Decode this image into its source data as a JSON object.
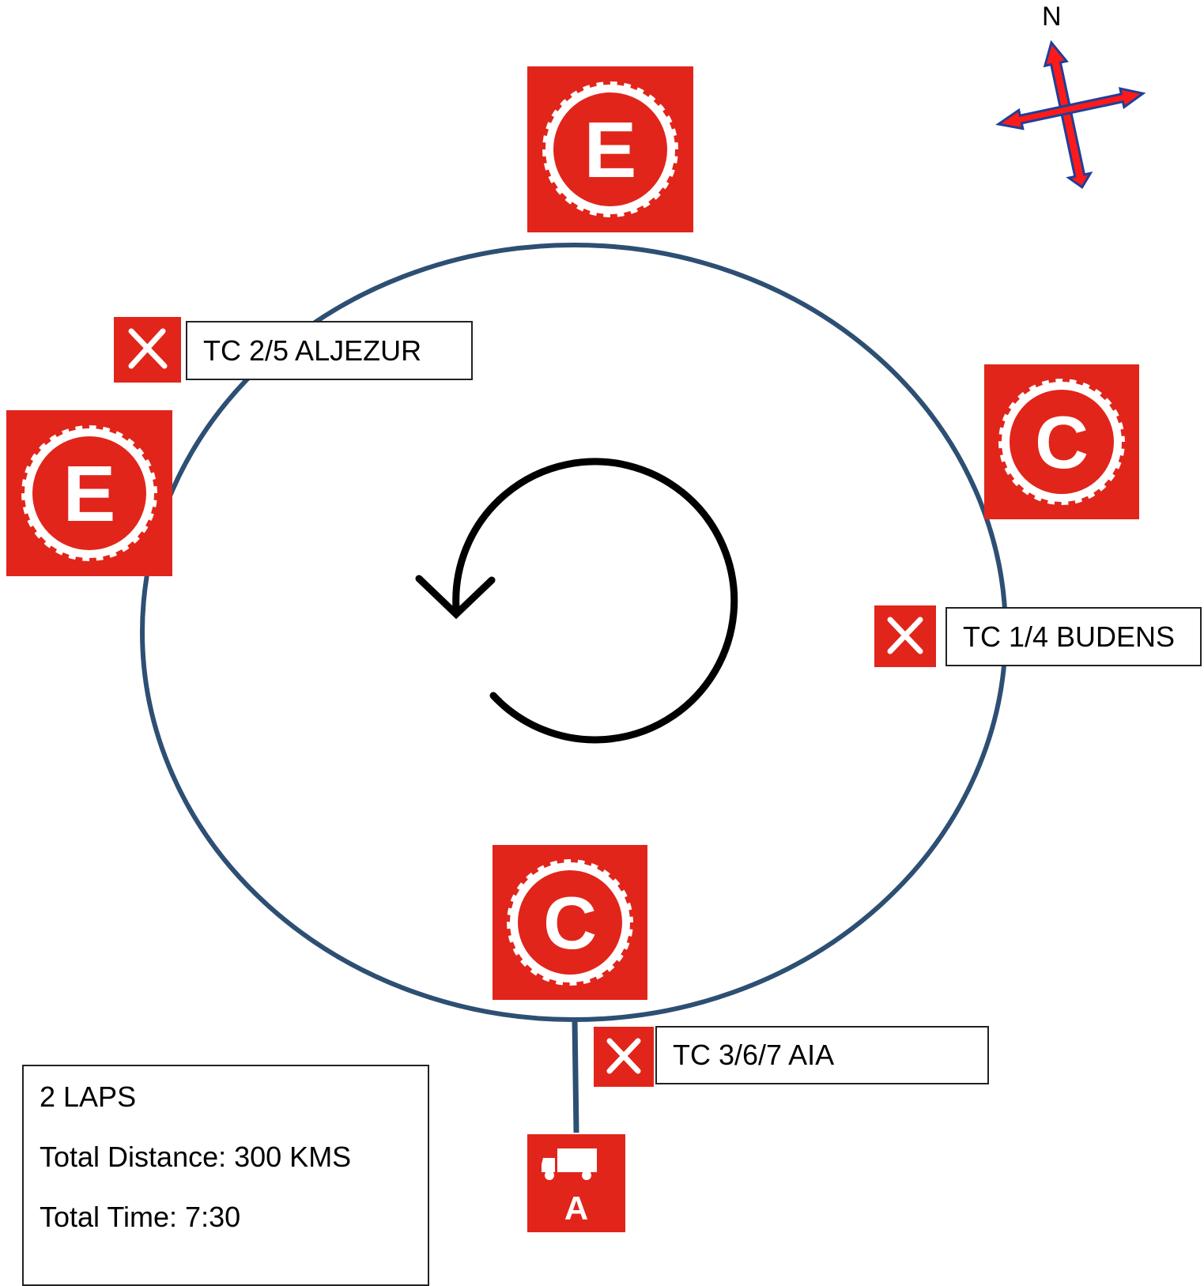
{
  "compass": {
    "north_label": "N"
  },
  "markers": {
    "stage_end": "E",
    "stage_start": "C",
    "assistance": "A"
  },
  "time_controls": [
    {
      "id": "tc-aljezur",
      "label": "TC 2/5 ALJEZUR"
    },
    {
      "id": "tc-budens",
      "label": "TC 1/4 BUDENS"
    },
    {
      "id": "tc-aia",
      "label": "TC 3/6/7 AIA"
    }
  ],
  "info": {
    "laps": "2 LAPS",
    "distance": "Total Distance: 300 KMS",
    "time": "Total Time: 7:30"
  },
  "colors": {
    "sign_red": "#e1251b",
    "loop": "#2d4f73",
    "arrow": "#000000",
    "compass": "#ff1a1a",
    "compass_outline": "#1f3f99"
  },
  "icons": [
    "wrench-screwdriver-icon",
    "truck-icon",
    "gear-ring-icon",
    "compass-icon",
    "counterclockwise-arrow-icon"
  ]
}
